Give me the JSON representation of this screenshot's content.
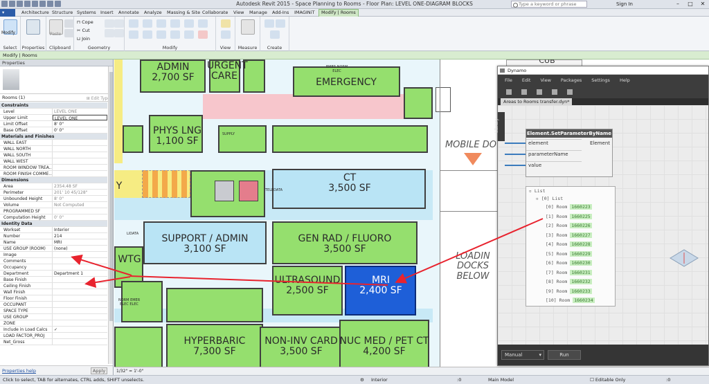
{
  "app_title": "Autodesk Revit 2015 -",
  "doc_title": "Space Planning to Rooms - Floor Plan: LEVEL ONE-DIAGRAM BLOCKS",
  "search_placeholder": "Type a keyword or phrase",
  "sign_in": "Sign In",
  "tabs": [
    "Architecture",
    "Structure",
    "Systems",
    "Insert",
    "Annotate",
    "Analyze",
    "Massing & Site",
    "Collaborate",
    "View",
    "Manage",
    "Add-Ins",
    "IMAGINiT",
    "Modify | Rooms"
  ],
  "ribbon_panels": {
    "select": "Select",
    "properties": "Properties",
    "clipboard": "Clipboard",
    "geometry": "Geometry",
    "modify": "Modify",
    "view": "View",
    "measure": "Measure",
    "create": "Create"
  },
  "ribbon_buttons": {
    "modify": "Modify",
    "paste": "Paste",
    "cope": "Cope",
    "cut": "Cut",
    "join": "Join"
  },
  "context_label": "Modify | Rooms",
  "properties": {
    "title": "Properties",
    "instance": "Rooms (1)",
    "edit_type": "Edit Type",
    "help_link": "Properties help",
    "apply": "Apply",
    "rows": [
      {
        "k": "Constraints",
        "sec": true
      },
      {
        "k": "Level",
        "v": "LEVEL ONE",
        "gray": true
      },
      {
        "k": "Upper Limit",
        "v": "LEVEL ONE",
        "boxed": true
      },
      {
        "k": "Limit Offset",
        "v": "8'  0\""
      },
      {
        "k": "Base Offset",
        "v": "0'  0\""
      },
      {
        "k": "Materials and Finishes",
        "sec": true
      },
      {
        "k": "WALL EAST",
        "v": ""
      },
      {
        "k": "WALL NORTH",
        "v": ""
      },
      {
        "k": "WALL SOUTH",
        "v": ""
      },
      {
        "k": "WALL WEST",
        "v": ""
      },
      {
        "k": "ROOM WINDOW TREA...",
        "v": ""
      },
      {
        "k": "ROOM FINISH COMME...",
        "v": ""
      },
      {
        "k": "Dimensions",
        "sec": true
      },
      {
        "k": "Area",
        "v": "2354.48 SF",
        "gray": true
      },
      {
        "k": "Perimeter",
        "v": "201'  10 45/128\"",
        "gray": true
      },
      {
        "k": "Unbounded Height",
        "v": "8'  0\"",
        "gray": true
      },
      {
        "k": "Volume",
        "v": "Not Computed",
        "gray": true
      },
      {
        "k": "PROGRAMMED SF",
        "v": ""
      },
      {
        "k": "Computation Height",
        "v": "0'  0\"",
        "gray": true
      },
      {
        "k": "Identity Data",
        "sec": true
      },
      {
        "k": "Workset",
        "v": "Interior"
      },
      {
        "k": "Number",
        "v": "214"
      },
      {
        "k": "Name",
        "v": "MRI"
      },
      {
        "k": "USE GROUP (ROOM)",
        "v": "(none)"
      },
      {
        "k": "Image",
        "v": ""
      },
      {
        "k": "Comments",
        "v": ""
      },
      {
        "k": "Occupancy",
        "v": ""
      },
      {
        "k": "Department",
        "v": "Department 1"
      },
      {
        "k": "Base Finish",
        "v": ""
      },
      {
        "k": "Ceiling Finish",
        "v": ""
      },
      {
        "k": "Wall Finish",
        "v": ""
      },
      {
        "k": "Floor Finish",
        "v": ""
      },
      {
        "k": "OCCUPANT",
        "v": ""
      },
      {
        "k": "SPACE TYPE",
        "v": ""
      },
      {
        "k": "USE GROUP",
        "v": ""
      },
      {
        "k": "ZONE",
        "v": ""
      },
      {
        "k": "Include in Load Calcs",
        "v": "✓"
      },
      {
        "k": "LOAD FACTOR_PROJ",
        "v": ""
      },
      {
        "k": "Net_Gross",
        "v": ""
      }
    ]
  },
  "plan": {
    "rooms": {
      "admin_name": "ADMIN",
      "admin_sf": "2,700 SF",
      "urgent_name": "URGENT",
      "urgent_2": "CARE",
      "emergency": "EMERGENCY",
      "phys_name": "PHYS LNG",
      "phys_sf": "1,100 SF",
      "mobile": "MOBILE DO",
      "ct_name": "CT",
      "ct_sf": "3,500 SF",
      "support_name": "SUPPORT / ADMIN",
      "support_sf": "3,100 SF",
      "genrad_name": "GEN RAD / FLUORO",
      "genrad_sf": "3,500 SF",
      "wtg": "WTG",
      "ultra_name": "ULTRASOUND",
      "ultra_sf": "2,500 SF",
      "mri_name": "MRI",
      "mri_sf": "2,400 SF",
      "loading1": "LOADIN",
      "loading2": "DOCKS",
      "loading3": "BELOW",
      "hyper_name": "HYPERBARIC",
      "hyper_sf": "7,300 SF",
      "noninv_name": "NON-INV CARD",
      "noninv_sf": "3,500 SF",
      "nucmed_name": "NUC MED / PET CT",
      "nucmed_sf": "4,200 SF",
      "y_letter": "Y",
      "cub": "CUB"
    },
    "small_labels": {
      "norm": "NORM",
      "emer": "EMER",
      "elec": "ELEC",
      "supply": "SUPPLY",
      "teledata": "TELEDATA",
      "lidata": "LIDATA"
    },
    "scale": "1/32\" = 1'-0\""
  },
  "dynamo": {
    "title": "Dynamo",
    "menu": [
      "File",
      "Edit",
      "View",
      "Packages",
      "Settings",
      "Help"
    ],
    "file_tab": "Areas to Rooms transfer.dyn*",
    "library": "Library",
    "node_title": "Element.SetParameterByName",
    "inputs": [
      "element",
      "parameterName",
      "value"
    ],
    "output": "Element",
    "preview_list": "List",
    "preview_sub": "[0] List",
    "items": [
      {
        "i": "[0] Room",
        "v": "1660223"
      },
      {
        "i": "[1] Room",
        "v": "1660225"
      },
      {
        "i": "[2] Room",
        "v": "1660226"
      },
      {
        "i": "[3] Room",
        "v": "1660227"
      },
      {
        "i": "[4] Room",
        "v": "1660228"
      },
      {
        "i": "[5] Room",
        "v": "1660229"
      },
      {
        "i": "[6] Room",
        "v": "1660230"
      },
      {
        "i": "[7] Room",
        "v": "1660231"
      },
      {
        "i": "[8] Room",
        "v": "1660232"
      },
      {
        "i": "[9] Room",
        "v": "1660233"
      },
      {
        "i": "[10] Room",
        "v": "1660234"
      }
    ],
    "run_mode": "Manual",
    "run": "Run"
  },
  "status": {
    "hint": "Click to select, TAB for alternates, CTRL adds, SHIFT unselects.",
    "workset": "Interior",
    "model": "Main Model",
    "editable_only": "Editable Only",
    "zero": ":0"
  },
  "colors": {
    "room_green": "#95df6e",
    "room_blue": "#b9e4f5",
    "mri_blue": "#1e5fd8",
    "corridor": "#c8e9f6",
    "pink": "#f7c6cc",
    "yellow": "#f6ec83",
    "arrow": "#e8232e"
  }
}
